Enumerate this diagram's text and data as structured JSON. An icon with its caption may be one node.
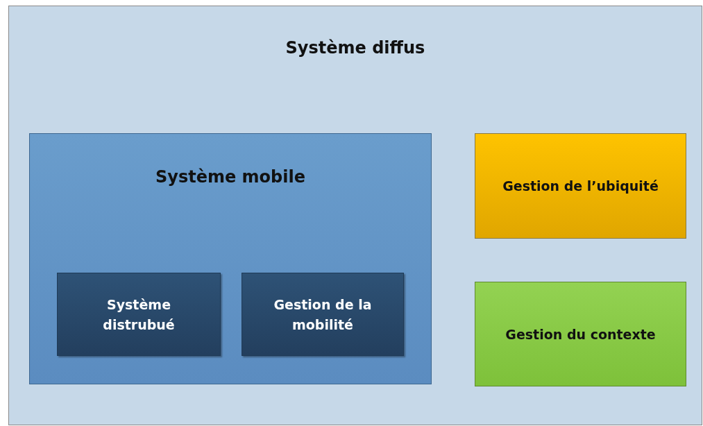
{
  "diagram": {
    "nodes": [
      {
        "text": [
          "Système diffus"
        ]
      },
      {
        "text": [
          "Système mobile"
        ],
        "in": 0
      },
      {
        "text": [
          "Système distrubué"
        ],
        "in": 1
      },
      {
        "text": [
          "Gestion de la mobilité"
        ],
        "in": 1
      },
      {
        "text": [
          "Gestion de l’ubiquité"
        ],
        "in": 0
      },
      {
        "text": [
          "Gestion du contexte"
        ],
        "in": 0
      }
    ]
  }
}
